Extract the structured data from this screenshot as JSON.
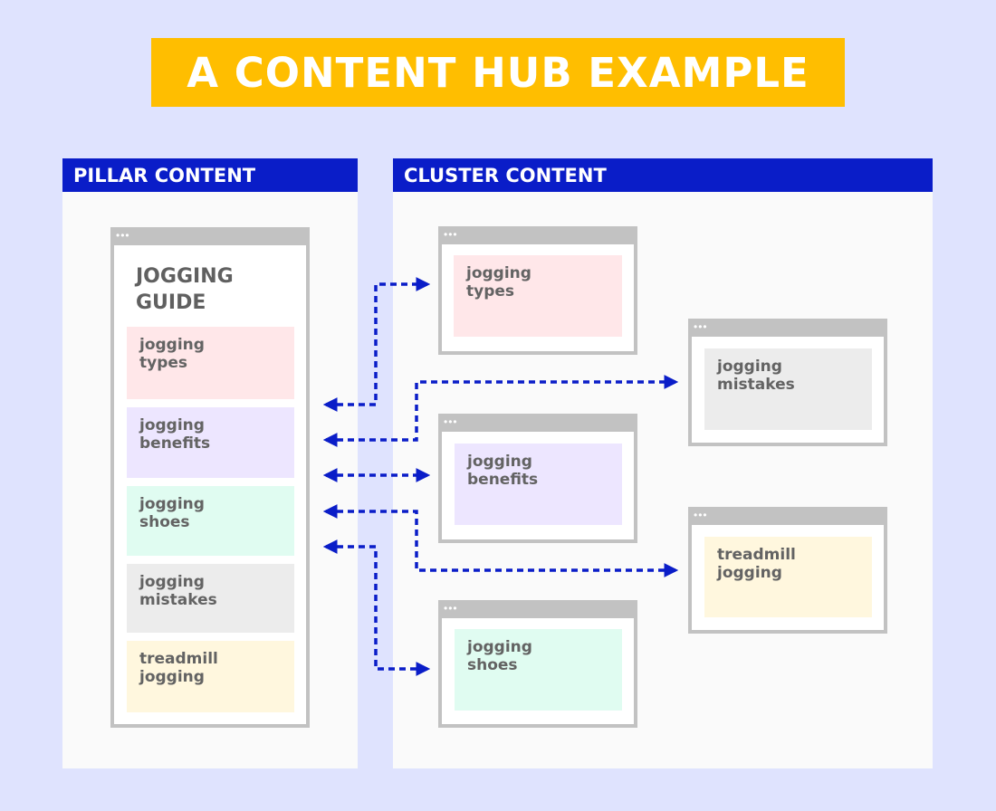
{
  "title": "A CONTENT HUB EXAMPLE",
  "pillar": {
    "header": "PILLAR CONTENT",
    "guide_title": "JOGGING\nGUIDE",
    "cards": [
      {
        "text": "jogging\ntypes"
      },
      {
        "text": "jogging\nbenefits"
      },
      {
        "text": "jogging\nshoes"
      },
      {
        "text": "jogging\nmistakes"
      },
      {
        "text": "treadmill\njogging"
      }
    ]
  },
  "cluster": {
    "header": "CLUSTER CONTENT",
    "pages": [
      {
        "text": "jogging\ntypes"
      },
      {
        "text": "jogging\nmistakes"
      },
      {
        "text": "jogging\nbenefits"
      },
      {
        "text": "treadmill\njogging"
      },
      {
        "text": "jogging\nshoes"
      }
    ]
  },
  "colors": {
    "background": "#dfe3fe",
    "title_bg": "#ffbe00",
    "header_bg": "#0a1dc8",
    "arrow": "#0a1dc8",
    "pink": "#ffe7e9",
    "lavender": "#ede6ff",
    "mint": "#e0fcf1",
    "gray": "#ececec",
    "cream": "#fff7de"
  },
  "icons": {
    "browser_dots": "•••"
  }
}
